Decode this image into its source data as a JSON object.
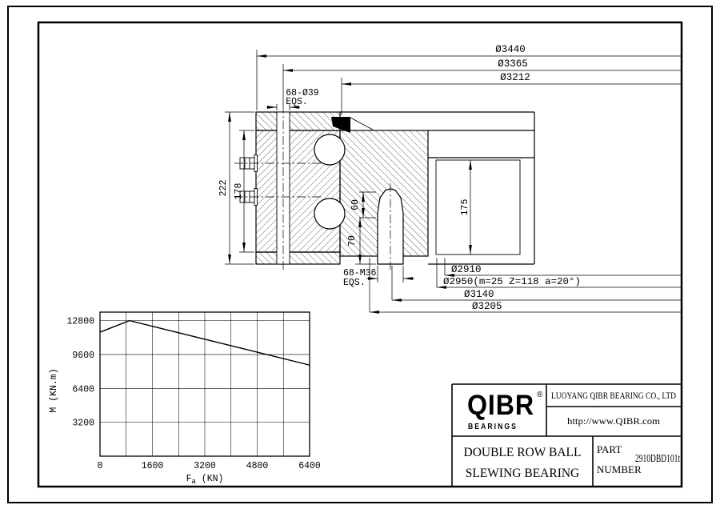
{
  "drawing": {
    "dims": {
      "d3440": "Ø3440",
      "d3365": "Ø3365",
      "d3212": "Ø3212",
      "holes_top_l1": "68-Ø39",
      "holes_top_l2": "EQS.",
      "h222": "222",
      "h178": "178",
      "h175": "175",
      "h60": "60",
      "h70": "70",
      "holes_bottom_l1": "68-M36",
      "holes_bottom_l2": "EQS.",
      "d2910": "Ø2910",
      "d2950": "Ø2950(m=25 Z=118 a=20°)",
      "d3140": "Ø3140",
      "d3205": "Ø3205"
    }
  },
  "chart_data": {
    "type": "line",
    "title": "",
    "xlabel": "Fa (KN)",
    "xlabel_prefix": "F",
    "xlabel_sub": "a",
    "xlabel_unit": " (KN)",
    "ylabel": "M (KN.m)",
    "x_ticks": [
      "0",
      "1600",
      "3200",
      "4800",
      "6400"
    ],
    "y_ticks": [
      "3200",
      "6400",
      "9600",
      "12800"
    ],
    "xlim": [
      0,
      6400
    ],
    "ylim": [
      0,
      13600
    ],
    "x_grid_step": 800,
    "y_grid_step": 3200,
    "grid": true,
    "legend": "none",
    "series": [
      {
        "x": [
          0,
          900,
          6400
        ],
        "y": [
          11700,
          12800,
          8600
        ]
      }
    ]
  },
  "title_block": {
    "logo": "QIBR",
    "registered": "®",
    "logo_sub": "BEARINGS",
    "company": "LUOYANG QIBR BEARING CO., LTD",
    "website": "http://www.QIBR.com",
    "product_l1": "DOUBLE ROW BALL",
    "product_l2": "SLEWING BEARING",
    "part_l1": "PART",
    "part_l2": "NUMBER",
    "part_number": "2910DBD101t"
  }
}
